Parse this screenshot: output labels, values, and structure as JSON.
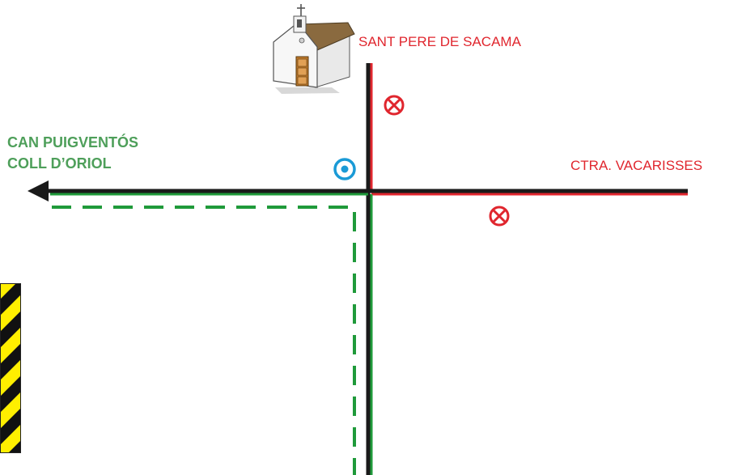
{
  "labels": {
    "church": "SANT PERE DE SACAMA",
    "road": "CTRA. VACARISSES",
    "destination_line1": "CAN PUIGVENTÓS",
    "destination_line2": "COLL D’ORIOL"
  },
  "colors": {
    "road": "#1a1a1a",
    "forbidden_route": "#e0262e",
    "route": "#1f9a3a",
    "dashed_route": "#1f9a3a",
    "destination_text": "#4e9f5a",
    "you_are_here": "#1a9ad6",
    "hazard_yellow": "#ffef00"
  },
  "icons": {
    "church": "church-icon",
    "no_entry": "no-entry-icon",
    "you_are_here": "you-are-here-icon",
    "arrow": "arrow-left-icon",
    "hazard": "hazard-stripes-icon"
  }
}
